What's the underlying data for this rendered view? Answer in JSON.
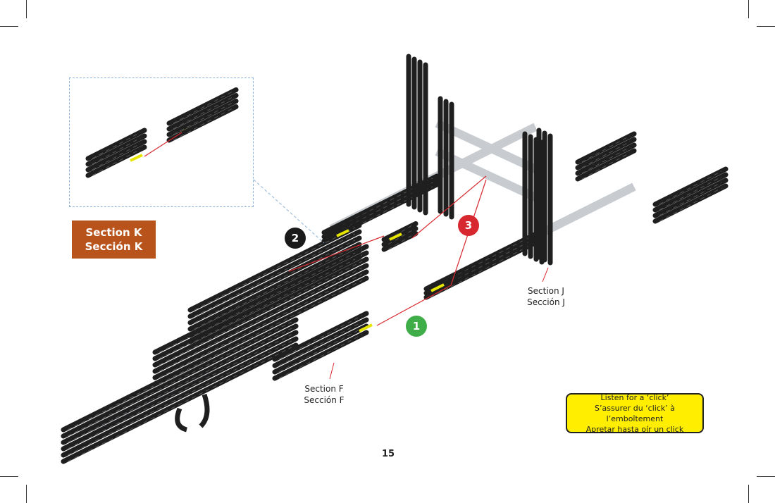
{
  "section_k": {
    "line1": "Section K",
    "line2": "Sección K"
  },
  "steps": [
    {
      "number": "1",
      "color": "#3fae49"
    },
    {
      "number": "2",
      "color": "#1a1a1a"
    },
    {
      "number": "3",
      "color": "#d7282f"
    }
  ],
  "section_j": {
    "line1": "Section J",
    "line2": "Sección J"
  },
  "section_f": {
    "line1": "Section F",
    "line2": "Sección F"
  },
  "note": {
    "line1": "Listen for a ‘click’",
    "line2": "S’assurer du ‘click’ à l’emboîtement",
    "line3": "Apretar hasta oír un click"
  },
  "page_number": "15",
  "colors": {
    "part": "#1f1f1f",
    "highlight": "#e6e600",
    "arrow": "#d7282f",
    "metal": "#c8ccd0"
  }
}
